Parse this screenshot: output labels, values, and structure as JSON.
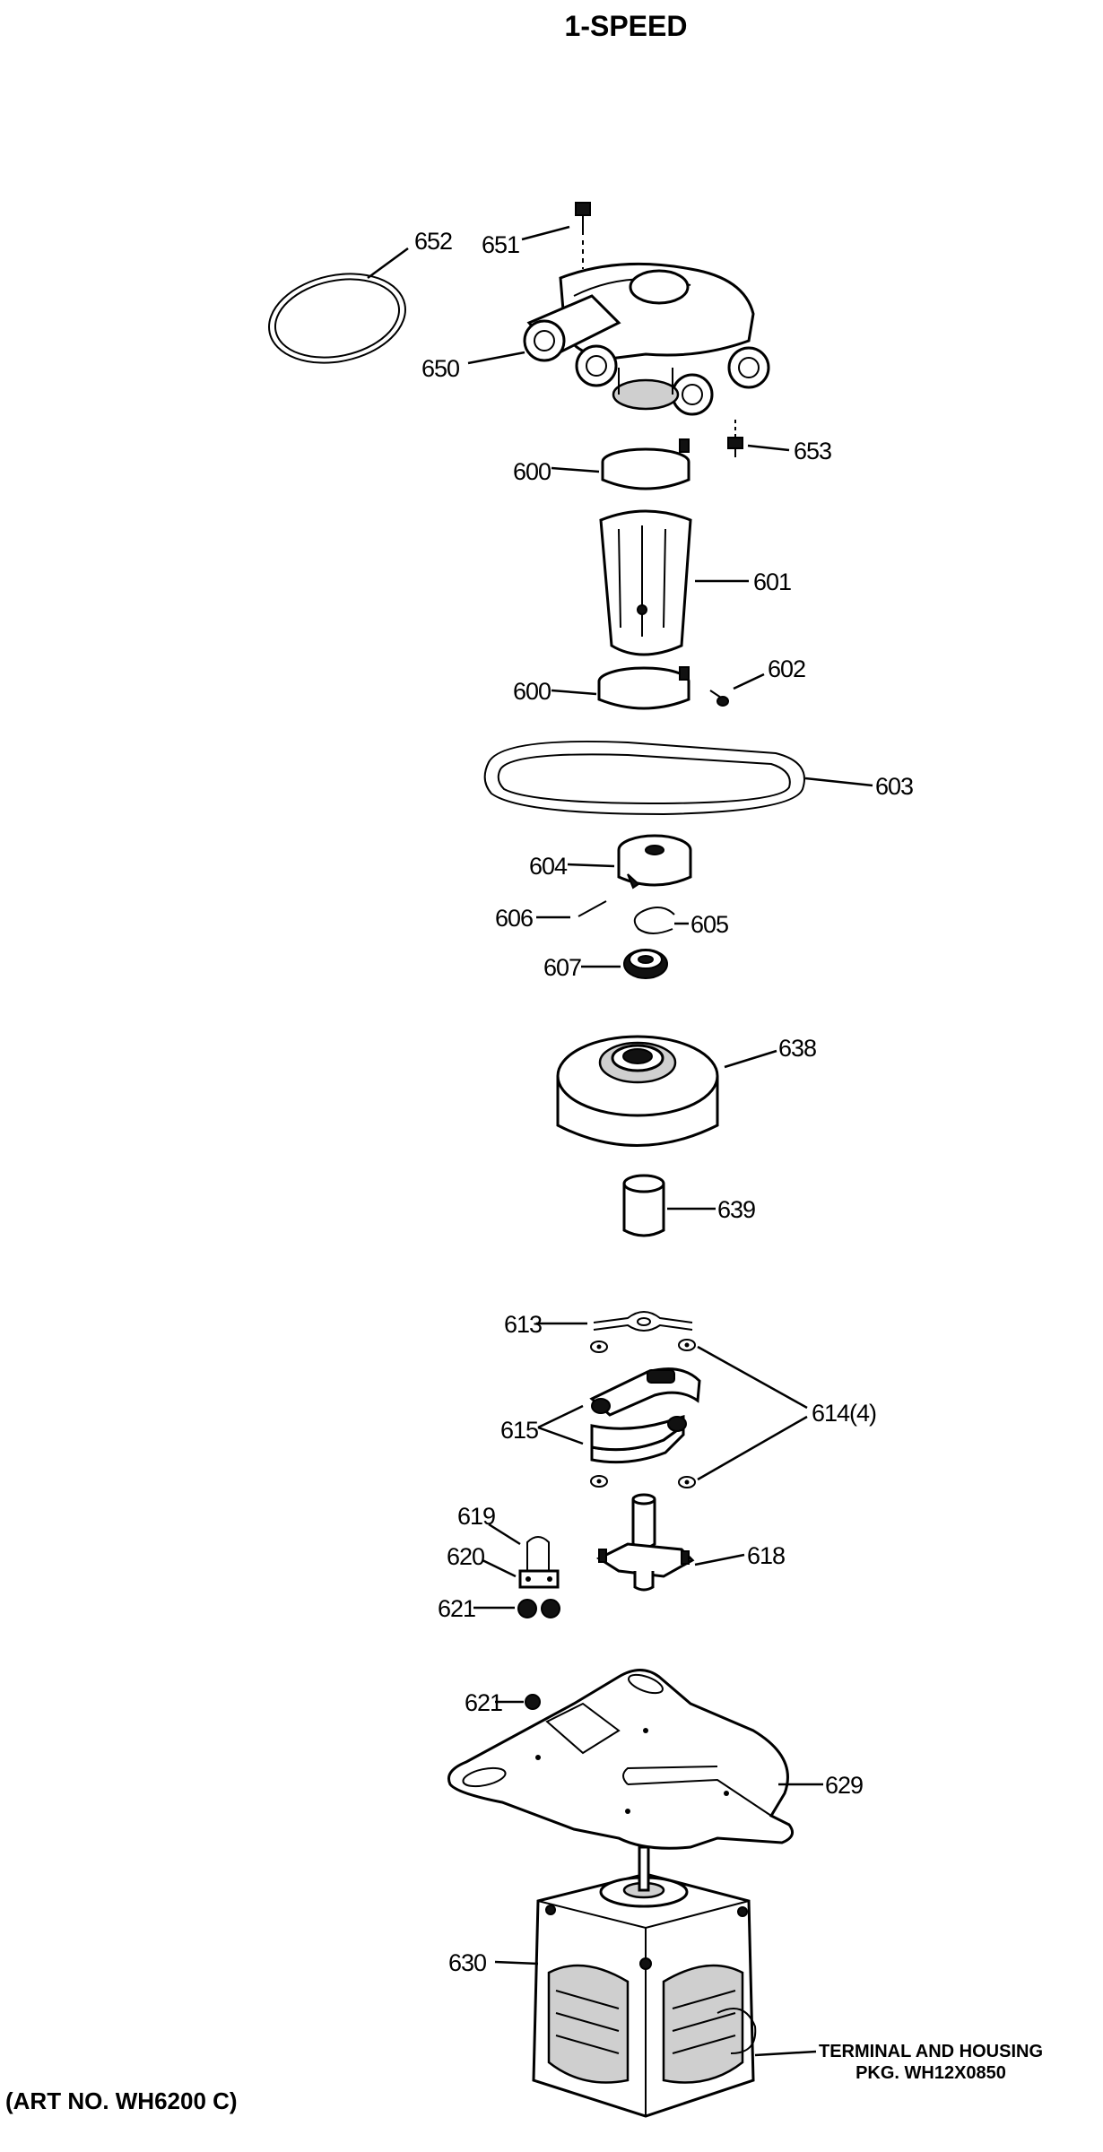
{
  "title": "1-SPEED",
  "art_number": "(ART NO. WH6200 C)",
  "terminal_note": {
    "line1": "TERMINAL AND HOUSING",
    "line2": "PKG. WH12X0850"
  },
  "callouts": {
    "p652": "652",
    "p651": "651",
    "p650": "650",
    "p653": "653",
    "p600a": "600",
    "p601": "601",
    "p600b": "600",
    "p602": "602",
    "p603": "603",
    "p604": "604",
    "p606": "606",
    "p605": "605",
    "p607": "607",
    "p638": "638",
    "p639": "639",
    "p613": "613",
    "p614": "614(4)",
    "p615": "615",
    "p619": "619",
    "p620": "620",
    "p618": "618",
    "p621a": "621",
    "p621b": "621",
    "p629": "629",
    "p630": "630"
  }
}
